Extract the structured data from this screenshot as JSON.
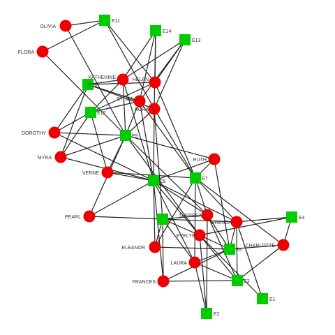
{
  "colors": {
    "person": "#ee0000",
    "event": "#00cc00",
    "edge": "#222222",
    "label": "#333333"
  },
  "nodes": [
    {
      "id": "OLIVIA",
      "label": "OLIVIA",
      "type": "person"
    },
    {
      "id": "FLORA",
      "label": "FLORA",
      "type": "person"
    },
    {
      "id": "KATHERINE",
      "label": "KATHERINE",
      "type": "person"
    },
    {
      "id": "HELEN",
      "label": "HELEN",
      "type": "person"
    },
    {
      "id": "SYLVIA",
      "label": "SYLVIA",
      "type": "person"
    },
    {
      "id": "NORA",
      "label": "NORA",
      "type": "person"
    },
    {
      "id": "DOROTHY",
      "label": "DOROTHY",
      "type": "person"
    },
    {
      "id": "MYRA",
      "label": "MYRA",
      "type": "person"
    },
    {
      "id": "VERNE",
      "label": "VERNE",
      "type": "person"
    },
    {
      "id": "RUTH",
      "label": "RUTH",
      "type": "person"
    },
    {
      "id": "PEARL",
      "label": "PEARL",
      "type": "person"
    },
    {
      "id": "THERESA",
      "label": "THERESA",
      "type": "person"
    },
    {
      "id": "BRENDA",
      "label": "BRENDA",
      "type": "person"
    },
    {
      "id": "EVELYN",
      "label": "EVELYN",
      "type": "person"
    },
    {
      "id": "CHARLOTTE",
      "label": "CHARLOTTE",
      "type": "person"
    },
    {
      "id": "ELEANOR",
      "label": "ELEANOR",
      "type": "person"
    },
    {
      "id": "LAURA",
      "label": "LAURA",
      "type": "person"
    },
    {
      "id": "FRANCES",
      "label": "FRANCES",
      "type": "person"
    },
    {
      "id": "E11",
      "label": "E11",
      "type": "event"
    },
    {
      "id": "E14",
      "label": "E14",
      "type": "event"
    },
    {
      "id": "E13",
      "label": "E13",
      "type": "event"
    },
    {
      "id": "E10",
      "label": "E10",
      "type": "event"
    },
    {
      "id": "E12",
      "label": "E12",
      "type": "event"
    },
    {
      "id": "E9",
      "label": "E9",
      "type": "event"
    },
    {
      "id": "E8",
      "label": "E8",
      "type": "event"
    },
    {
      "id": "E7",
      "label": "E7",
      "type": "event"
    },
    {
      "id": "E6",
      "label": "E6",
      "type": "event"
    },
    {
      "id": "E4",
      "label": "E4",
      "type": "event"
    },
    {
      "id": "E5",
      "label": "E5",
      "type": "event"
    },
    {
      "id": "E3",
      "label": "E3",
      "type": "event"
    },
    {
      "id": "E1",
      "label": "E1",
      "type": "event"
    },
    {
      "id": "E2",
      "label": "E2",
      "type": "event"
    }
  ],
  "edges": [
    [
      "OLIVIA",
      "E11"
    ],
    [
      "OLIVIA",
      "E9"
    ],
    [
      "FLORA",
      "E11"
    ],
    [
      "FLORA",
      "E9"
    ],
    [
      "KATHERINE",
      "E14"
    ],
    [
      "KATHERINE",
      "E13"
    ],
    [
      "KATHERINE",
      "E12"
    ],
    [
      "KATHERINE",
      "E10"
    ],
    [
      "KATHERINE",
      "E8"
    ],
    [
      "KATHERINE",
      "E9"
    ],
    [
      "HELEN",
      "E14"
    ],
    [
      "HELEN",
      "E13"
    ],
    [
      "HELEN",
      "E12"
    ],
    [
      "HELEN",
      "E11"
    ],
    [
      "HELEN",
      "E10"
    ],
    [
      "HELEN",
      "E7"
    ],
    [
      "SYLVIA",
      "E14"
    ],
    [
      "SYLVIA",
      "E13"
    ],
    [
      "SYLVIA",
      "E12"
    ],
    [
      "SYLVIA",
      "E10"
    ],
    [
      "SYLVIA",
      "E9"
    ],
    [
      "SYLVIA",
      "E8"
    ],
    [
      "SYLVIA",
      "E7"
    ],
    [
      "NORA",
      "E14"
    ],
    [
      "NORA",
      "E13"
    ],
    [
      "NORA",
      "E11"
    ],
    [
      "NORA",
      "E10"
    ],
    [
      "NORA",
      "E9"
    ],
    [
      "NORA",
      "E8"
    ],
    [
      "NORA",
      "E7"
    ],
    [
      "NORA",
      "E6"
    ],
    [
      "DOROTHY",
      "E10"
    ],
    [
      "DOROTHY",
      "E12"
    ],
    [
      "DOROTHY",
      "E9"
    ],
    [
      "DOROTHY",
      "E8"
    ],
    [
      "MYRA",
      "E10"
    ],
    [
      "MYRA",
      "E12"
    ],
    [
      "MYRA",
      "E9"
    ],
    [
      "MYRA",
      "E8"
    ],
    [
      "VERNE",
      "E12"
    ],
    [
      "VERNE",
      "E9"
    ],
    [
      "VERNE",
      "E8"
    ],
    [
      "VERNE",
      "E7"
    ],
    [
      "RUTH",
      "E9"
    ],
    [
      "RUTH",
      "E8"
    ],
    [
      "RUTH",
      "E7"
    ],
    [
      "RUTH",
      "E5"
    ],
    [
      "PEARL",
      "E9"
    ],
    [
      "PEARL",
      "E8"
    ],
    [
      "PEARL",
      "E6"
    ],
    [
      "THERESA",
      "E9"
    ],
    [
      "THERESA",
      "E8"
    ],
    [
      "THERESA",
      "E7"
    ],
    [
      "THERESA",
      "E6"
    ],
    [
      "THERESA",
      "E5"
    ],
    [
      "THERESA",
      "E3"
    ],
    [
      "THERESA",
      "E2"
    ],
    [
      "BRENDA",
      "E8"
    ],
    [
      "BRENDA",
      "E7"
    ],
    [
      "BRENDA",
      "E6"
    ],
    [
      "BRENDA",
      "E5"
    ],
    [
      "BRENDA",
      "E4"
    ],
    [
      "BRENDA",
      "E3"
    ],
    [
      "BRENDA",
      "E1"
    ],
    [
      "EVELYN",
      "E9"
    ],
    [
      "EVELYN",
      "E8"
    ],
    [
      "EVELYN",
      "E6"
    ],
    [
      "EVELYN",
      "E5"
    ],
    [
      "EVELYN",
      "E4"
    ],
    [
      "EVELYN",
      "E3"
    ],
    [
      "EVELYN",
      "E2"
    ],
    [
      "EVELYN",
      "E1"
    ],
    [
      "CHARLOTTE",
      "E7"
    ],
    [
      "CHARLOTTE",
      "E5"
    ],
    [
      "CHARLOTTE",
      "E4"
    ],
    [
      "CHARLOTTE",
      "E3"
    ],
    [
      "ELEANOR",
      "E8"
    ],
    [
      "ELEANOR",
      "E7"
    ],
    [
      "ELEANOR",
      "E6"
    ],
    [
      "ELEANOR",
      "E5"
    ],
    [
      "LAURA",
      "E8"
    ],
    [
      "LAURA",
      "E7"
    ],
    [
      "LAURA",
      "E6"
    ],
    [
      "LAURA",
      "E5"
    ],
    [
      "LAURA",
      "E3"
    ],
    [
      "LAURA",
      "E2"
    ],
    [
      "FRANCES",
      "E8"
    ],
    [
      "FRANCES",
      "E6"
    ],
    [
      "FRANCES",
      "E5"
    ],
    [
      "FRANCES",
      "E3"
    ]
  ]
}
